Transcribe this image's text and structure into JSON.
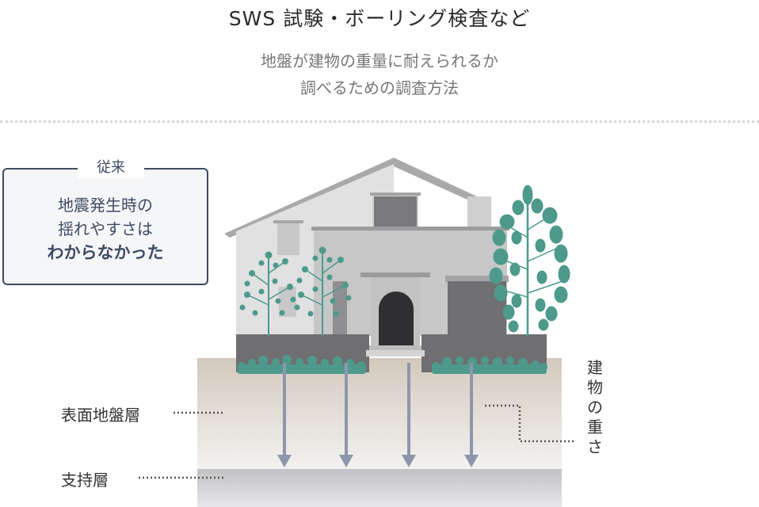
{
  "header": {
    "title": "SWS 試験・ボーリング検査など",
    "subtitle_lines": [
      "地盤が建物の重量に耐えられるか",
      "調べるための調査方法"
    ]
  },
  "callout": {
    "tag": "従来",
    "lines": [
      "地震発生時の",
      "揺れやすさは"
    ],
    "emphasis": "わからなかった"
  },
  "labels": {
    "surface_layer": "表面地盤層",
    "bearing_layer": "支持層",
    "building_weight": [
      "建",
      "物",
      "の",
      "重",
      "さ"
    ]
  },
  "colors": {
    "accent_navy": "#3e4a63",
    "greenery": "#4d9a8c",
    "ground_surface": "#d6cfc4",
    "bearing_layer": "#c4c4c6",
    "arrow": "#8e96ac"
  }
}
